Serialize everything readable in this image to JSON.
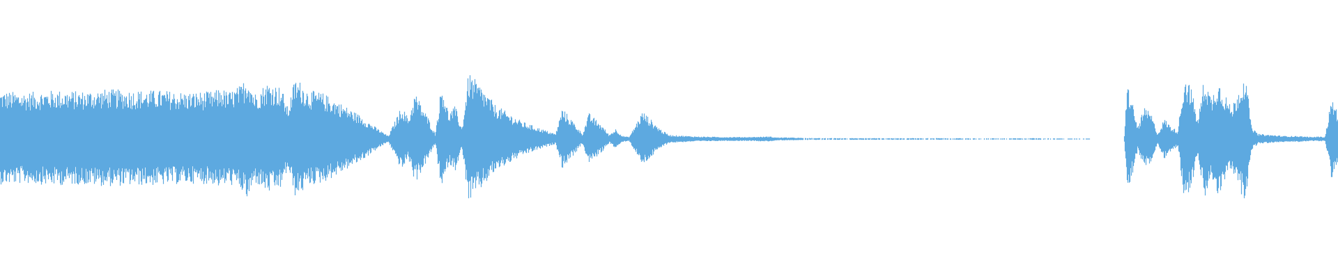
{
  "waveform": {
    "color": "#5DA9E0",
    "background": "#FFFFFF",
    "amplitude_profile": {
      "time": [
        0.0,
        0.02,
        0.04,
        0.06,
        0.08,
        0.1,
        0.12,
        0.14,
        0.16,
        0.165,
        0.17,
        0.18,
        0.185,
        0.19,
        0.2,
        0.21,
        0.215,
        0.22,
        0.225,
        0.23,
        0.24,
        0.25,
        0.26,
        0.27,
        0.28,
        0.29,
        0.3,
        0.305,
        0.31,
        0.32,
        0.325,
        0.33,
        0.335,
        0.34,
        0.345,
        0.35,
        0.36,
        0.37,
        0.38,
        0.39,
        0.4,
        0.415,
        0.42,
        0.43,
        0.435,
        0.44,
        0.45,
        0.455,
        0.46,
        0.465,
        0.47,
        0.48,
        0.49,
        0.495,
        0.5,
        0.52,
        0.54,
        0.56,
        0.575,
        0.58,
        0.59,
        0.6,
        0.62,
        0.65,
        0.7,
        0.75,
        0.78,
        0.8,
        0.815,
        0.82,
        0.84,
        0.842,
        0.845,
        0.85,
        0.855,
        0.86,
        0.865,
        0.87,
        0.875,
        0.88,
        0.885,
        0.89,
        0.895,
        0.9,
        0.905,
        0.91,
        0.915,
        0.92,
        0.93,
        0.934,
        0.935,
        0.94,
        0.95,
        0.96,
        0.97,
        0.98,
        0.985,
        0.99,
        0.995,
        1.0
      ],
      "level": [
        0.46,
        0.45,
        0.47,
        0.46,
        0.48,
        0.47,
        0.47,
        0.45,
        0.46,
        0.5,
        0.45,
        0.52,
        0.63,
        0.44,
        0.55,
        0.5,
        0.3,
        0.58,
        0.55,
        0.47,
        0.45,
        0.38,
        0.3,
        0.22,
        0.12,
        0.03,
        0.32,
        0.2,
        0.45,
        0.2,
        0.05,
        0.55,
        0.25,
        0.32,
        0.1,
        0.64,
        0.5,
        0.33,
        0.25,
        0.17,
        0.12,
        0.05,
        0.3,
        0.14,
        0.05,
        0.25,
        0.13,
        0.04,
        0.1,
        0.03,
        0.02,
        0.27,
        0.14,
        0.08,
        0.04,
        0.025,
        0.02,
        0.02,
        0.025,
        0.015,
        0.015,
        0.01,
        0.008,
        0.008,
        0.008,
        0.007,
        0.008,
        0.003,
        0.003,
        0.003,
        0.0,
        0.55,
        0.42,
        0.12,
        0.3,
        0.25,
        0.05,
        0.2,
        0.12,
        0.08,
        0.62,
        0.5,
        0.18,
        0.62,
        0.4,
        0.58,
        0.45,
        0.3,
        0.64,
        0.28,
        0.12,
        0.05,
        0.04,
        0.03,
        0.03,
        0.02,
        0.025,
        0.02,
        0.4,
        0.25
      ]
    },
    "silence_range": [
      0.815,
      0.84
    ]
  }
}
